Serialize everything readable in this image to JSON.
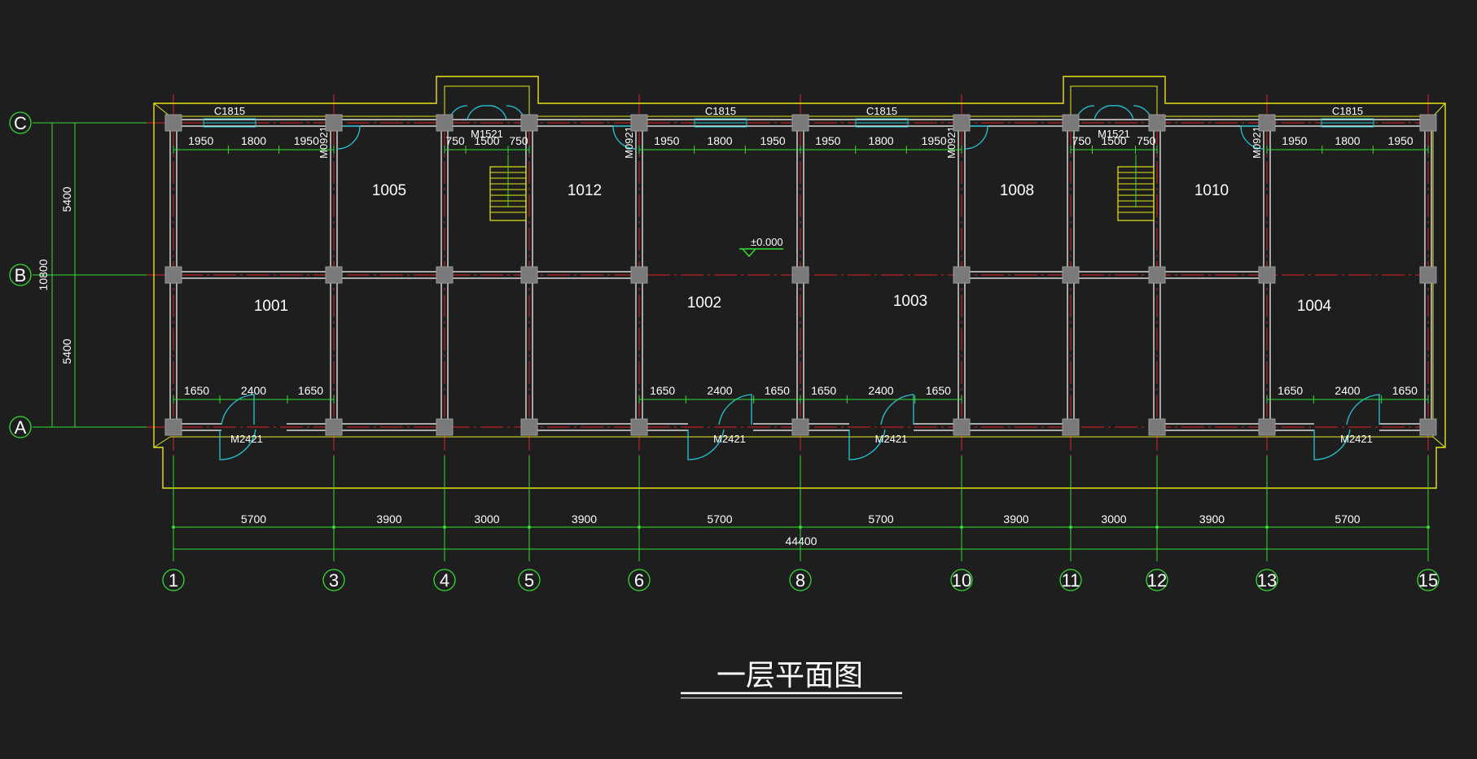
{
  "title": "一层平面图",
  "axes_x": [
    "1",
    "3",
    "4",
    "5",
    "6",
    "8",
    "10",
    "11",
    "12",
    "13",
    "15"
  ],
  "axes_y": [
    "C",
    "B",
    "A"
  ],
  "bottom_dims": [
    "5700",
    "3900",
    "3000",
    "3900",
    "5700",
    "5700",
    "3900",
    "3000",
    "3900",
    "5700"
  ],
  "total_dim": "44400",
  "left_dims": {
    "top": "5400",
    "bottom": "5400",
    "total": "10800"
  },
  "rooms": [
    "1005",
    "1012",
    "1008",
    "1010",
    "1001",
    "1002",
    "1003",
    "1004"
  ],
  "level": "±0.000",
  "window_label": "C1815",
  "door_labels": {
    "small": "M0921",
    "stair": "M1521",
    "main": "M2421"
  },
  "top_dims": {
    "a": [
      "1950",
      "1800",
      "1950"
    ],
    "stair": [
      "750",
      "1500",
      "750"
    ]
  },
  "bottom_door_dims": [
    "1650",
    "2400",
    "1650"
  ],
  "colors": {
    "background": "#1e1e1e",
    "wall": "#ffffff",
    "axis": "#e02020",
    "dimension": "#33dd33",
    "outline": "#e6e619",
    "door": "#20c8d8",
    "column": "#7a7a7a"
  }
}
